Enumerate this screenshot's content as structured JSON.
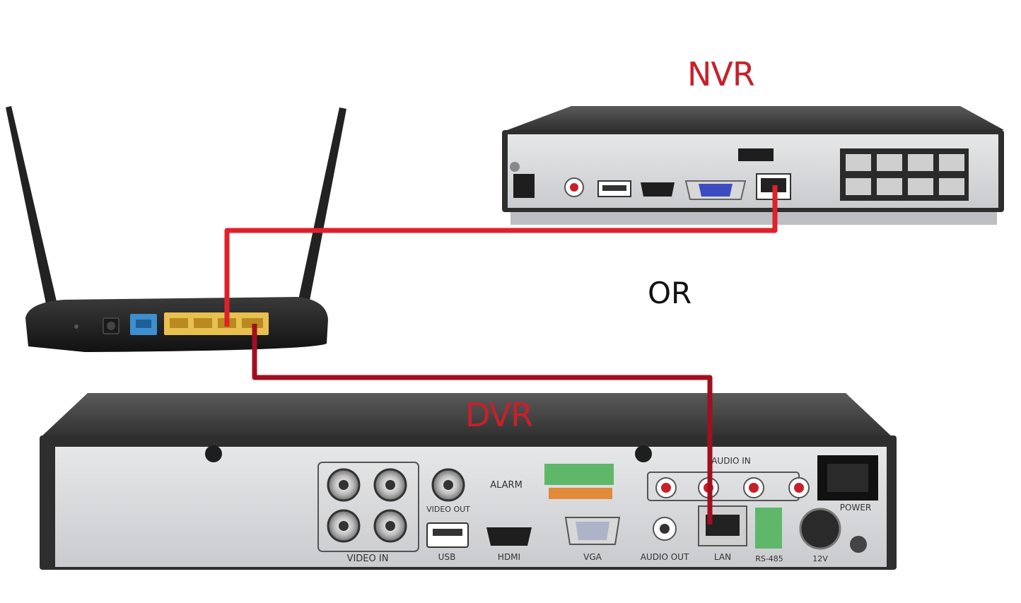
{
  "labels": {
    "nvr": "NVR",
    "or": "OR",
    "dvr": "DVR"
  },
  "dvr_panel": {
    "video_in": "VIDEO IN",
    "video_out": "VIDEO\nOUT",
    "alarm": "ALARM",
    "usb": "USB",
    "hdmi": "HDMI",
    "vga": "VGA",
    "audio_in": "AUDIO IN",
    "audio_out": "AUDIO OUT",
    "lan": "LAN",
    "rs485": "RS-485",
    "power": "POWER",
    "power_in": "12V"
  },
  "colors": {
    "cable_nvr": "#e0202a",
    "cable_dvr": "#a01020",
    "label_red": "#c8202a",
    "lan_port_router": "#e8c050",
    "wan_port_router": "#3d8fd0",
    "alarm_block": "#5fb86a"
  }
}
